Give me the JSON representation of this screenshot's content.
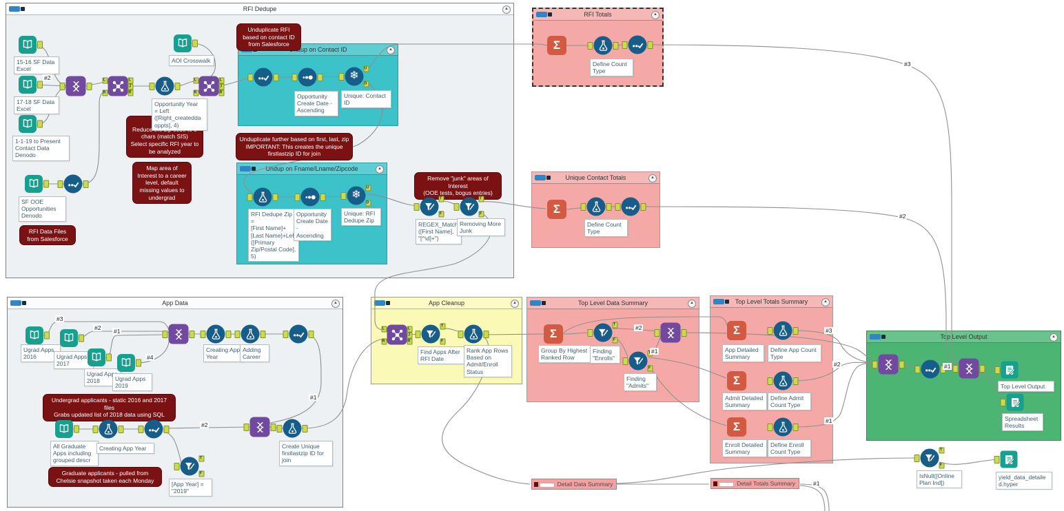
{
  "containers": {
    "rfi_dedupe": {
      "title": "RFI Dedupe"
    },
    "undup_contact": {
      "title": "Undup on Contact ID"
    },
    "undup_fname": {
      "title": "Undup on Fname/Lname/Zipcode"
    },
    "rfi_totals": {
      "title": "RFI Totals"
    },
    "unique_contact_totals": {
      "title": "Unique Contact Totals"
    },
    "app_data": {
      "title": "App Data"
    },
    "app_cleanup": {
      "title": "App Cleanup"
    },
    "top_level_data_summary": {
      "title": "Top Level Data Summary"
    },
    "top_level_totals_summary": {
      "title": "Top Level Totals Summary"
    },
    "top_level_output": {
      "title": "Top Level Output"
    },
    "detail_data_summary": {
      "title": "Detail Data Summary"
    },
    "detail_totals_summary": {
      "title": "Detail Totals Summary"
    }
  },
  "ui": {
    "collapse_glyph": "▲"
  },
  "icons": {
    "summarize": "Σ",
    "unique": "❄"
  },
  "anchor_letters": {
    "t": "T",
    "f": "F",
    "l": "L",
    "j": "J",
    "r": "R",
    "u": "U",
    "d": "D"
  },
  "ann": {
    "input_1516": "15-16 SF Data\nExcel",
    "input_1718": "17-18 SF Data\nExcel",
    "input_1119": "1-1-19 to Present\nContact Data\nDenodo",
    "aoi": "AOI Crosswalk",
    "opp_year": "Opportunity Year\n= Left\n([Right_createdda\noppts], 4)",
    "sf_ooe": "SF OOE\nOpportunities\nDenodo",
    "sort_contact": "Opportunity\nCreate Date -\nAscending",
    "unique_contact": "Unique: Contact\nID",
    "rfi_dedupe_zip": "RFI Dedupe Zip =\n[First Name]+\n[Last Name]+Left\n([Primary\nZip/Postal Code],\n5)",
    "sort_fname": "Opportunity\nCreate Date -\nAscending",
    "unique_zip": "Unique: RFI\nDedupe Zip",
    "regex_match": "REGEX_Match\n([First Name],\n\"[^\\d]+\")",
    "removing_junk": "Removing More\nJunk",
    "define_count_rfi": "Define Count\nType",
    "define_count_uct": "Define Count\nType",
    "ugrad_2016": "Ugrad Apps\n2016",
    "ugrad_2017": "Ugrad Apps\n2017",
    "ugrad_2018": "Ugrad Apps\n2018",
    "ugrad_2019": "Ugrad Apps\n2019",
    "creating_app_year": "Creating App\nYear",
    "adding_career": "Adding\nCareer",
    "all_grad": "All Graduate\nApps including\ngrouped descr",
    "creating_app_year2": "Creating App Year",
    "app_year_2019": "[App Year] =\n\"2019\"",
    "create_unique": "Create Unique\nfirstlastzip ID for\njoin",
    "find_apps": "Find Apps After\nRFI Date",
    "rank_app": "Rank App Rows\nBased on\nAdmit/Enroll\nStatus",
    "group_by": "Group By Highest\nRanked Row",
    "finding_enrolls": "Finding\n\"Enrolls\"",
    "finding_admits": "Finding\n\"Admits\"",
    "app_detailed": "App Detailed\nSummary",
    "define_app": "Define App Count\nType",
    "admit_detailed": "Admit Detailed\nSummary",
    "define_admit": "Define Admit\nCount Type",
    "enroll_detailed": "Enroll Detailed\nSummary",
    "define_enroll": "Define Enroll\nCount Type",
    "tlo_output": "Top Level Output",
    "spreadsheet": "Spreadsheet\nResults",
    "isnull": "IsNull([Online\nPlan Ind])",
    "yield": "yield_data_detaile\nd.hyper"
  },
  "comments": {
    "undup_rfi": "Unduplicate RFI\nbased on contact ID\nfrom Salesforce",
    "add_year": "Add a ye\nReduce the zip code to 5\nchars (match SIS)\nSelect specific RFI year to\nbe analyzed",
    "map_aoi": "Map area of\nInterest to a career\nlevel, default\nmissing values to\nundergrad",
    "rfi_files": "RFI Data Files\nfrom Salesforce",
    "undup_further": "Unduplicate further based on first, last, zip\nIMPORTANT: This creates the unique\nfirstlastzip ID for join",
    "remove_junk": "Remove \"junk\" areas of Interest\n(OOE tests, bogus entries)",
    "undergrad": "Undergrad applicants - static 2016 and 2017 files\nGrabs updated list of 2018 data using SQL",
    "graduate": "Graduate applicants - pulled from\nChelsie snapshot taken each Monday"
  },
  "wire_labels": {
    "rfi_in2": "#2",
    "app_in3": "#3",
    "app_in2": "#2",
    "app_in1": "#1",
    "app_in4": "#4",
    "app_sel1": "#1",
    "grad_sel2": "#2",
    "tlds_2": "#2",
    "tlds_1": "#1",
    "tlts_3": "#3",
    "tlts_2": "#2",
    "tlts_1": "#1",
    "rfi_tot3": "#3",
    "uct_2": "#2",
    "tlo_1": "#1",
    "dts_1": "#1"
  }
}
